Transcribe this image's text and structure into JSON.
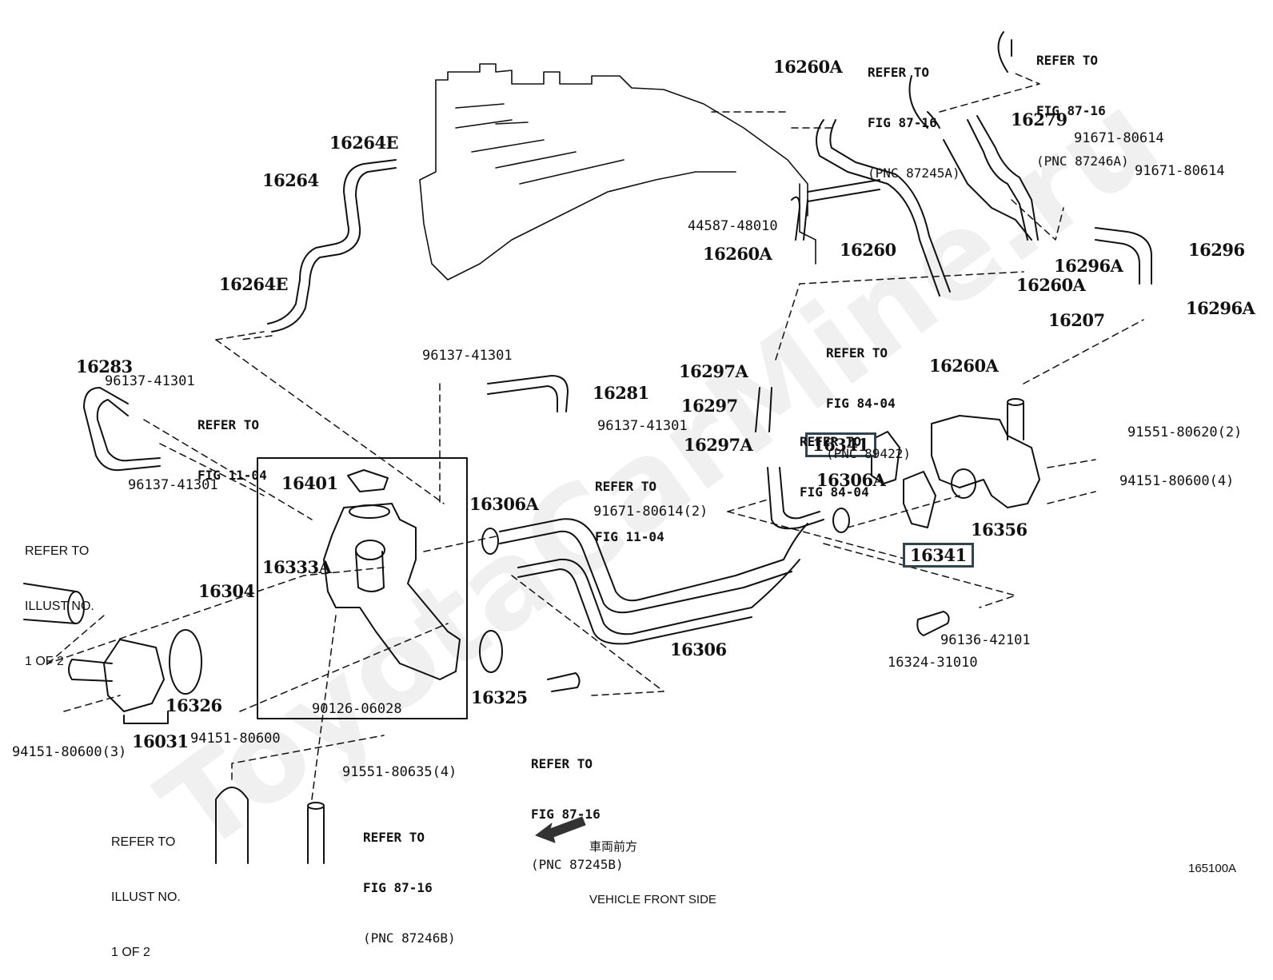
{
  "watermark": "ToyotaCarMine.ru",
  "figure_code": "165100A",
  "direction": {
    "jp": "車両前方",
    "en": "VEHICLE FRONT SIDE"
  },
  "accent_color": "#2e4452",
  "parts": {
    "p16260A_top": "16260A",
    "p16264E_top": "16264E",
    "p16264": "16264",
    "p16264E_bot": "16264E",
    "p44587": "44587-48010",
    "p16260A_mid": "16260A",
    "p16260": "16260",
    "p16279": "16279",
    "p91671_a": "91671-80614",
    "p91671_b": "91671-80614",
    "p16296": "16296",
    "p16296A_a": "16296A",
    "p16260A_r": "16260A",
    "p16296A_b": "16296A",
    "p16207": "16207",
    "p16260A_low": "16260A",
    "p16283": "16283",
    "p96137_a": "96137-41301",
    "p96137_b": "96137-41301",
    "p96137_c": "96137-41301",
    "p96137_d": "96137-41301",
    "p16281": "16281",
    "p16297A_a": "16297A",
    "p16297": "16297",
    "p16297A_b": "16297A",
    "p16341_a": "16341",
    "p16341_b": "16341",
    "p16306A_r": "16306A",
    "p91551_80620": "91551-80620(2)",
    "p94151_80600_4": "94151-80600(4)",
    "p16356": "16356",
    "p16401": "16401",
    "p16306A_l": "16306A",
    "p91671_2": "91671-80614(2)",
    "p16333A": "16333A",
    "p16304": "16304",
    "p16306": "16306",
    "p16324": "16324-31010",
    "p96136": "96136-42101",
    "p16326": "16326",
    "p16031": "16031",
    "p94151_80600_3": "94151-80600(3)",
    "p94151_80600": "94151-80600",
    "p90126": "90126-06028",
    "p91551_80635": "91551-80635(4)",
    "p16325": "16325"
  },
  "refs": {
    "r_87245A": [
      "REFER TO",
      "FIG 87-16",
      "(PNC 87245A)"
    ],
    "r_87246A": [
      "REFER TO",
      "FIG 87-16",
      "(PNC 87246A)"
    ],
    "r_89422": [
      "REFER TO",
      "FIG 84-04",
      "(PNC 89422)"
    ],
    "r_84_04": [
      "REFER TO",
      "FIG 84-04"
    ],
    "r_11_04_a": [
      "REFER TO",
      "FIG 11-04"
    ],
    "r_11_04_b": [
      "REFER TO",
      "FIG 11-04"
    ],
    "r_87245B": [
      "REFER TO",
      "FIG 87-16",
      "(PNC 87245B)"
    ],
    "r_87246B": [
      "REFER TO",
      "FIG 87-16",
      "(PNC 87246B)"
    ],
    "r_illust_a": [
      "REFER TO",
      "ILLUST NO.",
      "1 OF 2"
    ],
    "r_illust_b": [
      "REFER TO",
      "ILLUST NO.",
      "1 OF 2"
    ]
  }
}
